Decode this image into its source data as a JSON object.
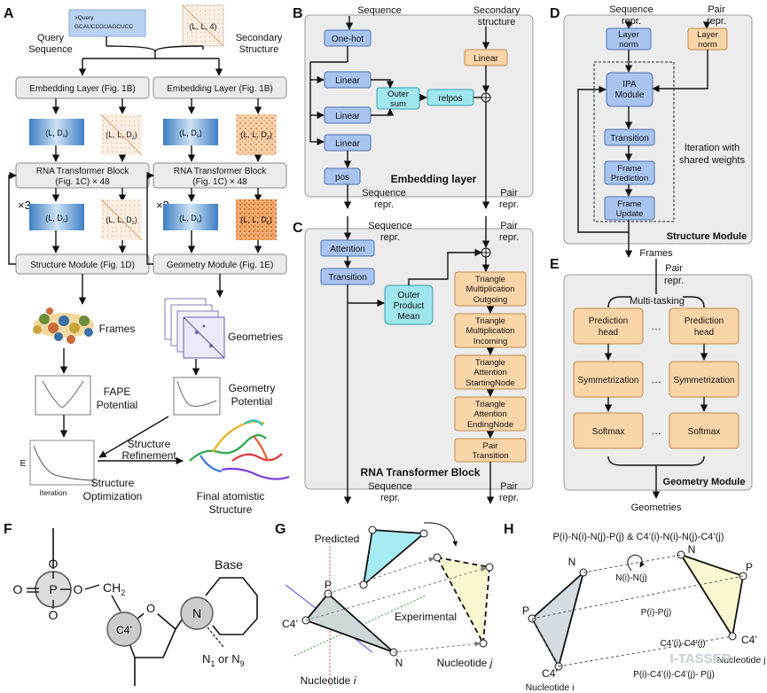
{
  "panel_labels": {
    "A": "A",
    "B": "B",
    "C": "C",
    "D": "D",
    "E": "E",
    "F": "F",
    "G": "G",
    "H": "H"
  },
  "panel_a": {
    "query_line1": ">Query",
    "query_line2": "GCAUCCGUAGCUCC",
    "query_label_1": "Query",
    "query_label_2": "Sequence",
    "ss_tensor": "(L, L, 4)",
    "ss_label_1": "Secondary",
    "ss_label_2": "Structure",
    "embed_1": "Embedding Layer (Fig. 1B)",
    "embed_2": "Embedding Layer (Fig. 1B)",
    "seq_tensor": "(L, D",
    "seq_sub": "s",
    "pair_tensor": "(L, L, D",
    "pair_sub": "z",
    "close": ")",
    "trans_1a": "RNA Transformer Block",
    "trans_1b": "(Fig. 1C) × 48",
    "trans_2a": "RNA Transformer Block",
    "trans_2b": "(Fig. 1C) × 48",
    "x3_left": "×3",
    "x3_right": "×3",
    "structure_module": "Structure Module (Fig. 1D)",
    "geometry_module": "Geometry Module (Fig. 1E)",
    "frames": "Frames",
    "geometries": "Geometries",
    "fape_1": "FAPE",
    "fape_2": "Potential",
    "geo_pot_1": "Geometry",
    "geo_pot_2": "Potential",
    "refine_1": "Structure",
    "refine_2": "Refinement",
    "opt_1": "Structure",
    "opt_2": "Optimization",
    "axis_e": "E",
    "axis_iter": "Iteration",
    "final_1": "Final atomistic",
    "final_2": "Structure"
  },
  "panel_b": {
    "in_seq": "Sequence",
    "in_ss_1": "Secondary",
    "in_ss_2": "structure",
    "onehot": "One-hot",
    "linear": "Linear",
    "outer_1": "Outer",
    "outer_2": "sum",
    "relpos": "relpos",
    "pos": "pos",
    "title": "Embedding layer",
    "out_seq_1": "Sequence",
    "out_seq_2": "repr.",
    "out_pair_1": "Pair",
    "out_pair_2": "repr."
  },
  "panel_c": {
    "in_seq_1": "Sequence",
    "in_seq_2": "repr.",
    "in_pair_1": "Pair",
    "in_pair_2": "repr.",
    "attention": "Attention",
    "transition": "Transition",
    "opm_1": "Outer",
    "opm_2": "Product",
    "opm_3": "Mean",
    "tmo_1": "Triangle",
    "tmo_2": "Multiplication",
    "tmo_3": "Outgoing",
    "tmi_1": "Triangle",
    "tmi_2": "Multiplication",
    "tmi_3": "Incoming",
    "tas_1": "Triangle",
    "tas_2": "Attention",
    "tas_3": "StartingNode",
    "tae_1": "Triangle",
    "tae_2": "Attention",
    "tae_3": "EndingNode",
    "pt_1": "Pair",
    "pt_2": "Transition",
    "title": "RNA Transformer Block",
    "out_seq_1": "Sequence",
    "out_seq_2": "repr.",
    "out_pair_1": "Pair",
    "out_pair_2": "repr."
  },
  "panel_d": {
    "in_seq_1": "Sequence",
    "in_seq_2": "repr.",
    "in_pair_1": "Pair",
    "in_pair_2": "repr.",
    "ln_1a": "Layer",
    "ln_1b": "norm",
    "ln_2a": "Layer",
    "ln_2b": "norm",
    "ipa_1": "IPA",
    "ipa_2": "Module",
    "transition": "Transition",
    "fp_1": "Frame",
    "fp_2": "Prediction",
    "fu_1": "Frame",
    "fu_2": "Update",
    "iter_1": "Iteration with",
    "iter_2": "shared weights",
    "title": "Structure Module",
    "out": "Frames"
  },
  "panel_e": {
    "in_1": "Pair",
    "in_2": "repr.",
    "multitask": "Multi-tasking",
    "pred_1": "Prediction",
    "pred_2": "head",
    "sym": "Symmetrization",
    "softmax": "Softmax",
    "dots": "…",
    "title": "Geometry Module",
    "out": "Geometries"
  },
  "panel_f": {
    "o": "O",
    "p": "P",
    "ch2": "CH",
    "ch2_sub": "2",
    "c4": "C4’",
    "n": "N",
    "base": "Base",
    "n1": "N",
    "n1_sub": "1",
    "or": " or N",
    "n9_sub": "9"
  },
  "panel_g": {
    "predicted": "Predicted",
    "experimental": "Experimental",
    "p": "P",
    "c4": "C4’",
    "n": "N",
    "nuc_i": "Nucleotide ",
    "nuc_i_var": "i",
    "nuc_j": "Nucleotide ",
    "nuc_j_var": "j"
  },
  "panel_h": {
    "header": "P(i)-N(i)-N(j)-P(j) & C4’(i)-N(i)-N(j)-C4’(j)",
    "n_left": "N",
    "p_left": "P",
    "c4_left": "C4’",
    "n_right": "N",
    "p_right": "P",
    "c4_right": "C4’",
    "nn": "N(i)-N(j)",
    "pp": "P(i)-P(j)",
    "cc": "C4’(i)-C4’(j)",
    "pc": "P(i)-C4’(i)-C4’(j)- P(j)",
    "nuc_i": "Nucleotide i",
    "nuc_j": "Nucleotide j",
    "watermark": "I-TASSER"
  }
}
